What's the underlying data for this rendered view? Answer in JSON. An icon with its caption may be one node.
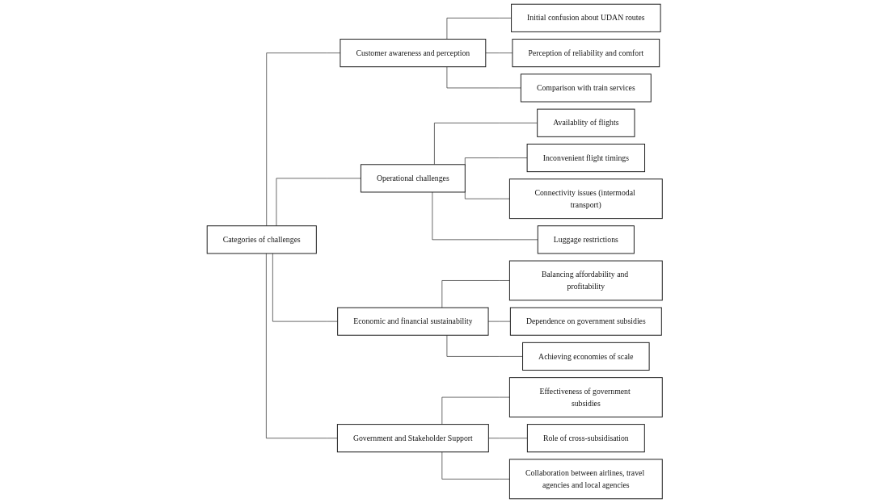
{
  "diagram": {
    "nodes": [
      {
        "text": [
          "Categories of challenges"
        ]
      },
      {
        "text": [
          "Customer awareness and perception"
        ]
      },
      {
        "text": [
          "Initial confusion about UDAN routes"
        ]
      },
      {
        "text": [
          "Perception of reliability and comfort"
        ]
      },
      {
        "text": [
          "Comparison with train services"
        ]
      },
      {
        "text": [
          "Operational challenges"
        ]
      },
      {
        "text": [
          "Availablity of flights"
        ]
      },
      {
        "text": [
          "Inconvenient flight timings"
        ]
      },
      {
        "text": [
          "Connectivity issues (intermodal transport)"
        ]
      },
      {
        "text": [
          "Luggage restrictions"
        ]
      },
      {
        "text": [
          "Economic and financial sustainability"
        ]
      },
      {
        "text": [
          "Balancing affordability and profitability"
        ]
      },
      {
        "text": [
          "Dependence on government subsidies"
        ]
      },
      {
        "text": [
          "Achieving economies of scale"
        ]
      },
      {
        "text": [
          "Government and Stakeholder Support"
        ]
      },
      {
        "text": [
          "Effectiveness of government subsidies"
        ]
      },
      {
        "text": [
          "Role of cross-subsidisation"
        ]
      },
      {
        "text": [
          "Collaboration between airlines, travel agencies and local agencies"
        ]
      }
    ],
    "edges": [
      {
        "from": 0,
        "to": 1,
        "arrow": "none"
      },
      {
        "from": 0,
        "to": 5,
        "arrow": "none"
      },
      {
        "from": 0,
        "to": 10,
        "arrow": "none"
      },
      {
        "from": 0,
        "to": 14,
        "arrow": "none"
      },
      {
        "from": 1,
        "to": 2,
        "arrow": "none"
      },
      {
        "from": 1,
        "to": 3,
        "arrow": "none"
      },
      {
        "from": 1,
        "to": 4,
        "arrow": "none"
      },
      {
        "from": 5,
        "to": 6,
        "arrow": "none"
      },
      {
        "from": 5,
        "to": 7,
        "arrow": "none"
      },
      {
        "from": 5,
        "to": 8,
        "arrow": "none"
      },
      {
        "from": 5,
        "to": 9,
        "arrow": "none"
      },
      {
        "from": 10,
        "to": 11,
        "arrow": "none"
      },
      {
        "from": 10,
        "to": 12,
        "arrow": "none"
      },
      {
        "from": 10,
        "to": 13,
        "arrow": "none"
      },
      {
        "from": 14,
        "to": 15,
        "arrow": "none"
      },
      {
        "from": 14,
        "to": 16,
        "arrow": "none"
      },
      {
        "from": 14,
        "to": 17,
        "arrow": "none"
      }
    ]
  }
}
